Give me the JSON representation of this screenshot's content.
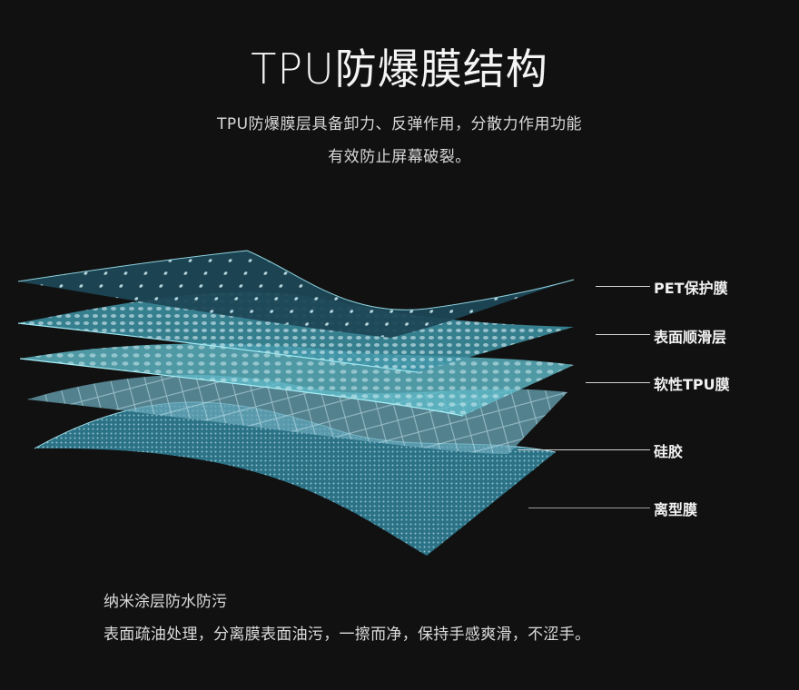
{
  "header": {
    "title": "TPU防爆膜结构",
    "subtitle_line1": "TPU防爆膜层具备卸力、反弹作用，分散力作用功能",
    "subtitle_line2": "有效防止屏幕破裂。"
  },
  "diagram": {
    "layers": [
      {
        "label": "PET保护膜",
        "color": "#1f4a5a"
      },
      {
        "label": "表面顺滑层",
        "color": "#4fa8b8"
      },
      {
        "label": "软性TPU膜",
        "color": "#6cc4d0"
      },
      {
        "label": "硅胶",
        "color": "#7fb6c4"
      },
      {
        "label": "离型膜",
        "color": "#3f8fa8"
      }
    ]
  },
  "footer": {
    "feature_title": "纳米涂层防水防污",
    "feature_desc": "表面疏油处理，分离膜表面油污，一擦而净，保持手感爽滑，不涩手。"
  },
  "colors": {
    "background": "#111111",
    "accent": "#6cc4d0"
  }
}
